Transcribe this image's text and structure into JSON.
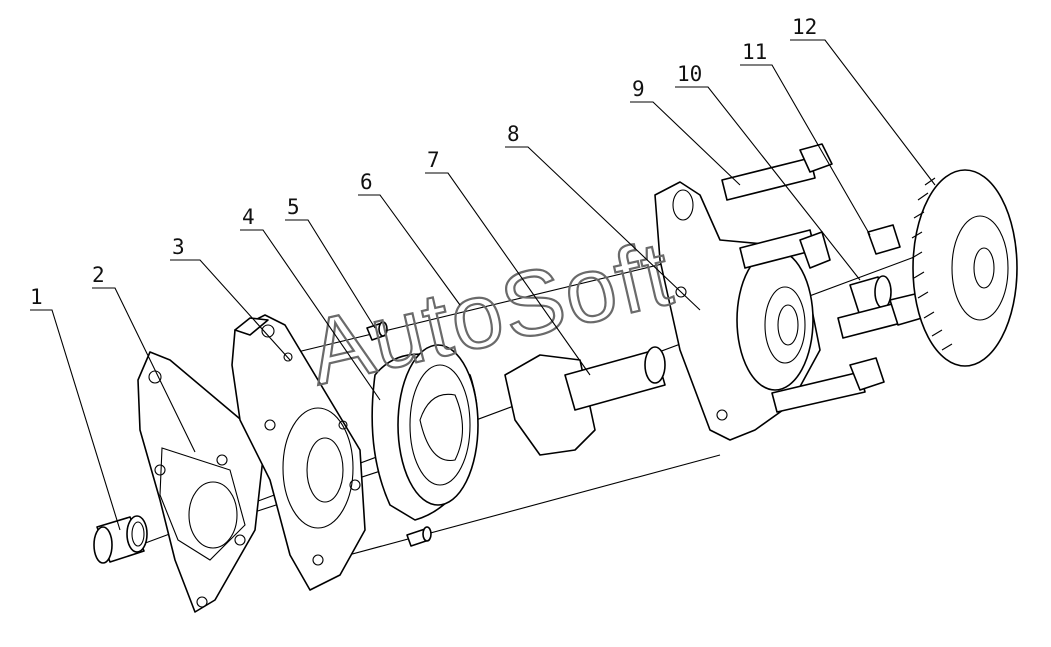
{
  "watermark": "AutoSoft",
  "callouts": [
    {
      "id": "1",
      "part": "bushing"
    },
    {
      "id": "2",
      "part": "gasket"
    },
    {
      "id": "3",
      "part": "pump-cover-plate"
    },
    {
      "id": "4",
      "part": "outer-rotor-ring"
    },
    {
      "id": "5",
      "part": "dowel-pin"
    },
    {
      "id": "6",
      "part": "outer-rotor"
    },
    {
      "id": "7",
      "part": "inner-rotor-shaft"
    },
    {
      "id": "8",
      "part": "pump-housing"
    },
    {
      "id": "9",
      "part": "long-bolt"
    },
    {
      "id": "10",
      "part": "sleeve"
    },
    {
      "id": "11",
      "part": "flange-bolt"
    },
    {
      "id": "12",
      "part": "drive-gear"
    }
  ]
}
